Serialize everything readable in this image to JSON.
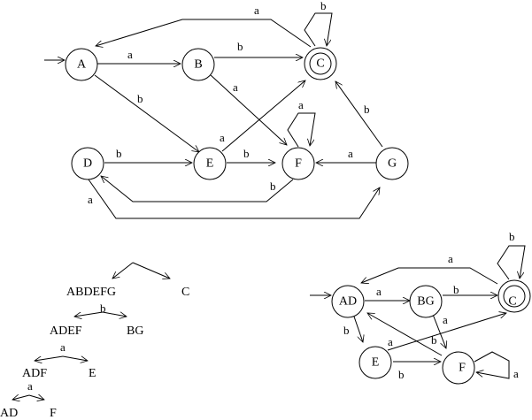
{
  "diagram_title": "DFA minimization: original automaton, partition refinement tree, minimized automaton",
  "original_dfa": {
    "start_state": "A",
    "accepting_states": [
      "C"
    ],
    "states": [
      {
        "id": "A",
        "label": "A"
      },
      {
        "id": "B",
        "label": "B"
      },
      {
        "id": "C",
        "label": "C"
      },
      {
        "id": "D",
        "label": "D"
      },
      {
        "id": "E",
        "label": "E"
      },
      {
        "id": "F",
        "label": "F"
      },
      {
        "id": "G",
        "label": "G"
      }
    ],
    "transitions": [
      {
        "from": "A",
        "to": "B",
        "symbol": "a"
      },
      {
        "from": "A",
        "to": "E",
        "symbol": "b"
      },
      {
        "from": "B",
        "to": "C",
        "symbol": "b"
      },
      {
        "from": "B",
        "to": "F",
        "symbol": "a"
      },
      {
        "from": "C",
        "to": "A",
        "symbol": "a"
      },
      {
        "from": "C",
        "to": "C",
        "symbol": "b"
      },
      {
        "from": "D",
        "to": "E",
        "symbol": "b"
      },
      {
        "from": "D",
        "to": "G",
        "symbol": "a"
      },
      {
        "from": "E",
        "to": "C",
        "symbol": "a"
      },
      {
        "from": "E",
        "to": "F",
        "symbol": "b"
      },
      {
        "from": "F",
        "to": "F",
        "symbol": "a"
      },
      {
        "from": "F",
        "to": "D",
        "symbol": "b"
      },
      {
        "from": "G",
        "to": "F",
        "symbol": "a"
      },
      {
        "from": "G",
        "to": "C",
        "symbol": "b"
      }
    ]
  },
  "partition_tree": {
    "levels": [
      {
        "parent": "",
        "split_symbol": "",
        "left": "ABDEFG",
        "right": "C"
      },
      {
        "parent": "ABDEFG",
        "split_symbol": "b",
        "left": "ADEF",
        "right": "BG"
      },
      {
        "parent": "ADEF",
        "split_symbol": "a",
        "left": "ADF",
        "right": "E"
      },
      {
        "parent": "ADF",
        "split_symbol": "a",
        "left": "AD",
        "right": "F"
      }
    ]
  },
  "minimized_dfa": {
    "start_state": "AD",
    "accepting_states": [
      "C"
    ],
    "states": [
      {
        "id": "AD",
        "label": "AD"
      },
      {
        "id": "BG",
        "label": "BG"
      },
      {
        "id": "C",
        "label": "C"
      },
      {
        "id": "E",
        "label": "E"
      },
      {
        "id": "F",
        "label": "F"
      }
    ],
    "transitions": [
      {
        "from": "AD",
        "to": "BG",
        "symbol": "a"
      },
      {
        "from": "AD",
        "to": "E",
        "symbol": "b"
      },
      {
        "from": "BG",
        "to": "C",
        "symbol": "b"
      },
      {
        "from": "BG",
        "to": "F",
        "symbol": "a"
      },
      {
        "from": "C",
        "to": "AD",
        "symbol": "a"
      },
      {
        "from": "C",
        "to": "C",
        "symbol": "b"
      },
      {
        "from": "E",
        "to": "C",
        "symbol": "a"
      },
      {
        "from": "E",
        "to": "F",
        "symbol": "b"
      },
      {
        "from": "F",
        "to": "F",
        "symbol": "a"
      },
      {
        "from": "F",
        "to": "AD",
        "symbol": "b"
      }
    ]
  }
}
